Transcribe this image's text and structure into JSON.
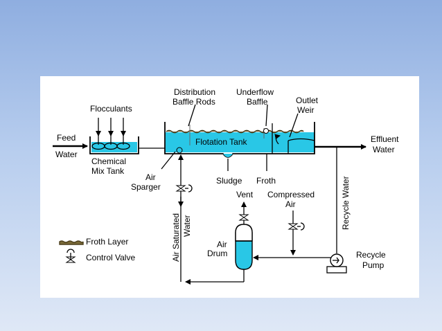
{
  "labels": {
    "flocculants": "Flocculants",
    "distribution_baffle_line1": "Distribution",
    "distribution_baffle_line2": "Baffle Rods",
    "underflow_baffle_line1": "Underflow",
    "underflow_baffle_line2": "Baffle",
    "outlet_weir_line1": "Outlet",
    "outlet_weir_line2": "Weir",
    "feed_water_line1": "Feed",
    "feed_water_line2": "Water",
    "chemical_mix_tank_line1": "Chemical",
    "chemical_mix_tank_line2": "Mix Tank",
    "flotation_tank": "Flotation Tank",
    "effluent_water_line1": "Effluent",
    "effluent_water_line2": "Water",
    "air_sparger_line1": "Air",
    "air_sparger_line2": "Sparger",
    "sludge": "Sludge",
    "froth": "Froth",
    "vent": "Vent",
    "compressed_air_line1": "Compressed",
    "compressed_air_line2": "Air",
    "recycle_water": "Recycle Water",
    "air_saturated_water_line1": "Air Saturated",
    "air_saturated_water_line2": "Water",
    "air_drum_line1": "Air",
    "air_drum_line2": "Drum",
    "recycle_pump_line1": "Recycle",
    "recycle_pump_line2": "Pump"
  },
  "legend": {
    "froth_layer": "Froth Layer",
    "control_valve": "Control Valve"
  },
  "colors": {
    "water": "#29c7e6",
    "froth": "#7a6a38",
    "card": "#ffffff"
  }
}
